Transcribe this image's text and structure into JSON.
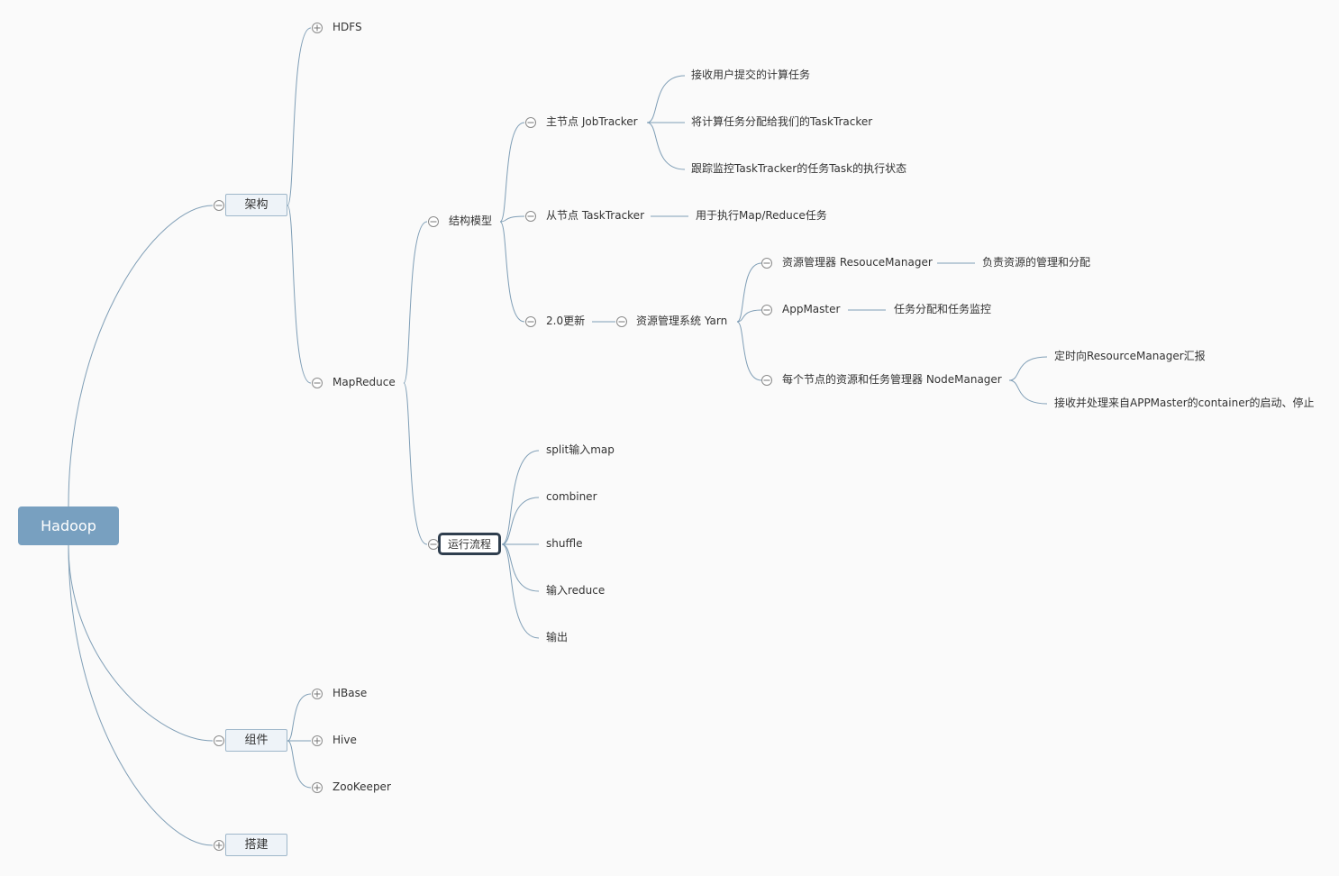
{
  "colors": {
    "line": "#7f9eb6",
    "root_fill": "#78a0c0",
    "topic_fill": "#eef3f8",
    "selected_border": "#2f3e4e"
  },
  "root": {
    "label": "Hadoop"
  },
  "arch": {
    "label": "架构",
    "hdfs": "HDFS",
    "mapreduce": "MapReduce"
  },
  "model": {
    "label": "结构模型",
    "master": {
      "label": "主节点 JobTracker",
      "items": [
        "接收用户提交的计算任务",
        "将计算任务分配给我们的TaskTracker",
        "跟踪监控TaskTracker的任务Task的执行状态"
      ]
    },
    "slave": {
      "label": "从节点 TaskTracker",
      "item": "用于执行Map/Reduce任务"
    },
    "update": {
      "label": "2.0更新",
      "yarn": "资源管理系统 Yarn",
      "rm": {
        "label": "资源管理器 ResouceManager",
        "item": "负责资源的管理和分配"
      },
      "am": {
        "label": "AppMaster",
        "item": "任务分配和任务监控"
      },
      "nm": {
        "label": "每个节点的资源和任务管理器 NodeManager",
        "items": [
          "定时向ResourceManager汇报",
          "接收并处理来自APPMaster的container的启动、停止"
        ]
      }
    }
  },
  "flow": {
    "label": "运行流程",
    "steps": [
      "split输入map",
      "combiner",
      "shuffle",
      "输入reduce",
      "输出"
    ]
  },
  "components": {
    "label": "组件",
    "items": [
      "HBase",
      "Hive",
      "ZooKeeper"
    ]
  },
  "build": {
    "label": "搭建"
  },
  "toggle_icons": {
    "expanded": "collapse-minus-icon",
    "collapsed": "expand-plus-icon"
  }
}
